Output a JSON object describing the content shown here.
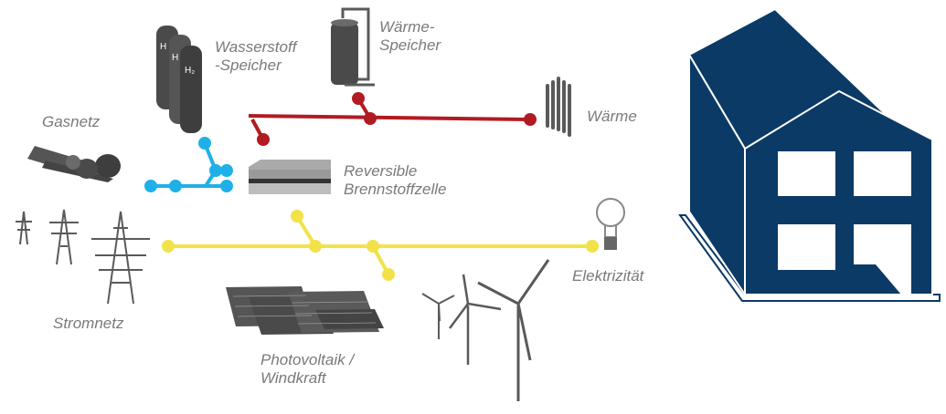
{
  "labels": {
    "hydrogen_storage": [
      "Wasserstoff",
      "-Speicher"
    ],
    "heat_storage": [
      "Wärme-",
      "Speicher"
    ],
    "gas_grid": "Gasnetz",
    "heat": "Wärme",
    "fuel_cell": [
      "Reversible",
      "Brennstoffzelle"
    ],
    "power_grid": "Stromnetz",
    "electricity": "Elektrizität",
    "pv_wind": [
      "Photovoltaik /",
      "Windkraft"
    ],
    "h2_symbol": "H₂",
    "h_symbol": "H"
  },
  "colors": {
    "heat_line": "#b01c22",
    "gas_line": "#1fb0e8",
    "power_line": "#f2e24a",
    "house": "#0b3a66",
    "label_text": "#7a7a7a",
    "equipment": "#4a4a4a"
  },
  "icons": [
    "hydrogen-tanks-icon",
    "heat-storage-tank-icon",
    "gas-pipes-icon",
    "radiator-icon",
    "fuel-cell-icon",
    "power-pylons-icon",
    "light-bulb-icon",
    "solar-panels-icon",
    "wind-turbines-icon",
    "house-icon"
  ]
}
